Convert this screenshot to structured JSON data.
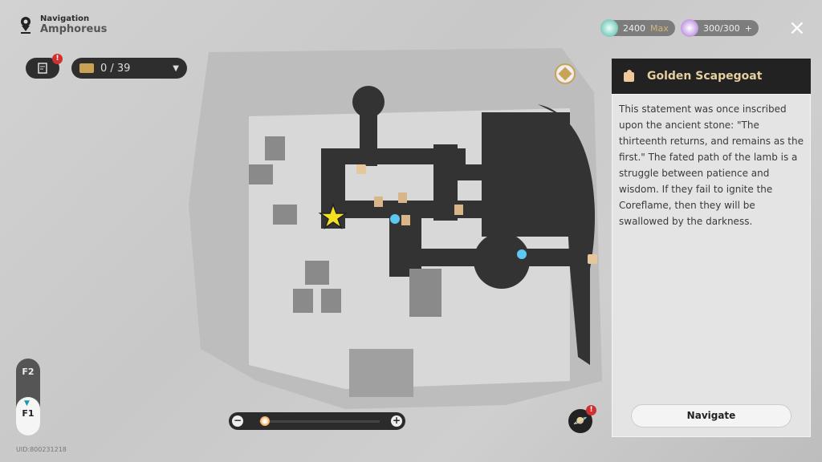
{
  "header": {
    "section": "Navigation",
    "location": "Amphoreus"
  },
  "toolbar": {
    "chest_count": "0 / 39",
    "quest_badge": "!"
  },
  "resources": {
    "power": "2400",
    "power_suffix": "Max",
    "stamina": "300/300",
    "stamina_add": "+"
  },
  "panel": {
    "title": "Golden Scapegoat",
    "description": "This statement was once inscribed upon the ancient stone: \"The thirteenth returns, and remains as the first.\" The fated path of the lamb is a struggle between patience and wisdom. If they fail to ignite the Coreflame, then they will be swallowed by the darkness.",
    "navigate_label": "Navigate"
  },
  "floors": {
    "items": [
      "F2",
      "F1"
    ],
    "selected": "F1"
  },
  "uid": "UID:800231218",
  "zoom": {
    "minus": "−",
    "plus": "+",
    "level": 0.05
  },
  "planet_badge": "!",
  "close_icon": "×",
  "colors": {
    "accent": "#e6cf9f",
    "marker_star": "#f5e020"
  }
}
